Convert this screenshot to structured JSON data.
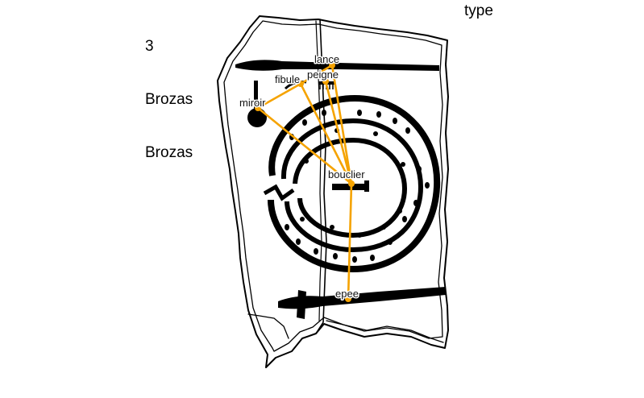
{
  "header": {
    "left_lines": [
      "3",
      "Brozas",
      "Brozas"
    ],
    "right_label": "type"
  },
  "colors": {
    "edge": "#f5a300",
    "node": "#f5a300",
    "ink": "#000000"
  },
  "nodes": [
    {
      "id": "lance",
      "label": "lance"
    },
    {
      "id": "peigne",
      "label": "peigne"
    },
    {
      "id": "fibule",
      "label": "fibule"
    },
    {
      "id": "miroir",
      "label": "miroir"
    },
    {
      "id": "bouclier",
      "label": "bouclier"
    },
    {
      "id": "epee",
      "label": "epee"
    }
  ],
  "edges": [
    {
      "from": "miroir",
      "to": "fibule"
    },
    {
      "from": "fibule",
      "to": "lance"
    },
    {
      "from": "miroir",
      "to": "bouclier"
    },
    {
      "from": "fibule",
      "to": "bouclier"
    },
    {
      "from": "lance",
      "to": "bouclier"
    },
    {
      "from": "peigne",
      "to": "bouclier"
    },
    {
      "from": "bouclier",
      "to": "epee"
    }
  ]
}
